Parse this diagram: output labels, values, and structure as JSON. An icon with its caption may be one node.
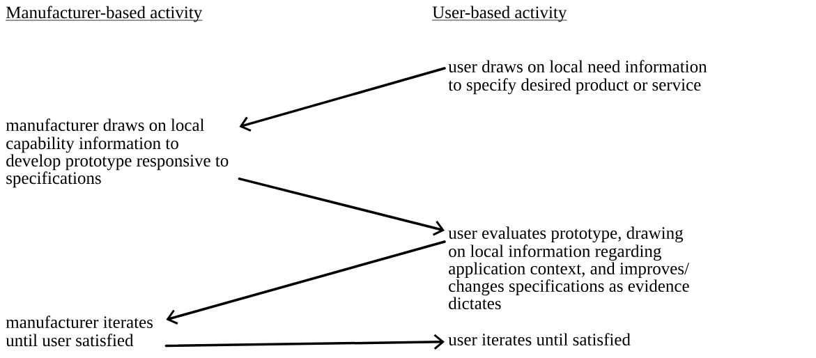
{
  "diagram": {
    "nodes": [
      {
        "text": [
          "user draws on local need information to specify desired product or service"
        ]
      },
      {
        "text": [
          "manufacturer draws on local capability information to develop prototype responsive to specifications"
        ]
      },
      {
        "text": [
          "user evaluates prototype, drawing on local information regarding application context, and improves/ changes specifications as evidence dictates"
        ]
      },
      {
        "text": [
          "manufacturer iterates until user satisfied"
        ]
      },
      {
        "text": [
          "user iterates until satisfied"
        ]
      }
    ],
    "edges": [
      {
        "from": 0,
        "to": 1,
        "arrow": "to"
      },
      {
        "from": 1,
        "to": 2,
        "arrow": "to"
      },
      {
        "from": 2,
        "to": 3,
        "arrow": "to"
      },
      {
        "from": 3,
        "to": 4,
        "arrow": "to"
      }
    ],
    "labels": [
      "Manufacturer-based activity",
      "User-based activity"
    ]
  }
}
